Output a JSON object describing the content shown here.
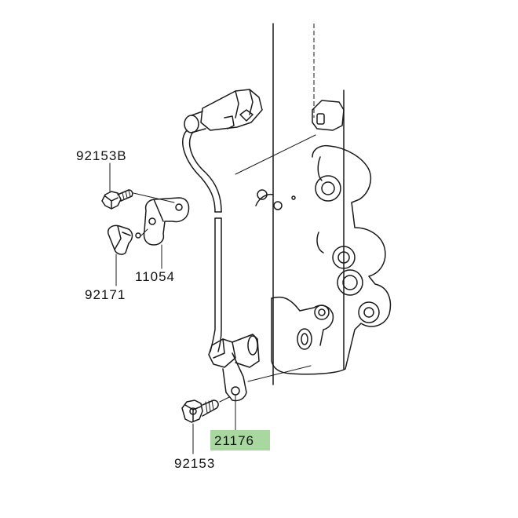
{
  "diagram": {
    "callouts": [
      {
        "id": "92153b",
        "label": "92153B"
      },
      {
        "id": "92171",
        "label": "92171"
      },
      {
        "id": "11054",
        "label": "11054"
      },
      {
        "id": "21176",
        "label": "21176",
        "highlighted": true
      },
      {
        "id": "92153",
        "label": "92153"
      }
    ],
    "highlight_color": "#a8d8a0"
  }
}
